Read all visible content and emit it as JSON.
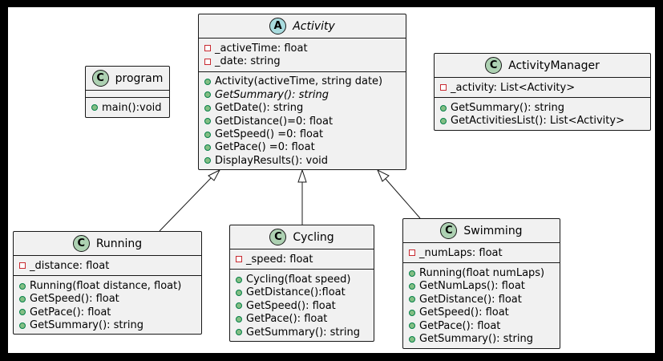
{
  "classes": {
    "activity": {
      "stereotype": "A",
      "name": "Activity",
      "fields": [
        "_activeTime: float",
        "_date: string"
      ],
      "methods": [
        "Activity(activeTime, string date)",
        "GetSummary(): string",
        "GetDate(): string",
        "GetDistance()=0: float",
        "GetSpeed() =0: float",
        "GetPace() =0: float",
        "DisplayResults(): void"
      ]
    },
    "program": {
      "stereotype": "C",
      "name": "program",
      "methods": [
        "main():void"
      ]
    },
    "activity_manager": {
      "stereotype": "C",
      "name": "ActivityManager",
      "fields": [
        "_activity: List<Activity>"
      ],
      "methods": [
        "GetSummary(): string",
        "GetActivitiesList(): List<Activity>"
      ]
    },
    "running": {
      "stereotype": "C",
      "name": "Running",
      "fields": [
        "_distance: float"
      ],
      "methods": [
        "Running(float distance, float)",
        "GetSpeed(): float",
        "GetPace(): float",
        "GetSummary(): string"
      ]
    },
    "cycling": {
      "stereotype": "C",
      "name": "Cycling",
      "fields": [
        "_speed: float"
      ],
      "methods": [
        "Cycling(float speed)",
        "GetDistance():float",
        "GetSpeed(): float",
        "GetPace(): float",
        "GetSummary(): string"
      ]
    },
    "swimming": {
      "stereotype": "C",
      "name": "Swimming",
      "fields": [
        "_numLaps: float"
      ],
      "methods": [
        "Running(float numLaps)",
        "GetNumLaps(): float",
        "GetDistance(): float",
        "GetSpeed(): float",
        "GetPace(): float",
        "GetSummary(): string"
      ]
    }
  },
  "colors": {
    "background": "#000000",
    "canvas": "#ffffff",
    "class_fill": "#f1f1f1",
    "border": "#181818",
    "class_badge": "#add1b2",
    "abstract_badge": "#a9dcdf",
    "private_marker": "#c82930",
    "public_marker": "#84be84"
  }
}
